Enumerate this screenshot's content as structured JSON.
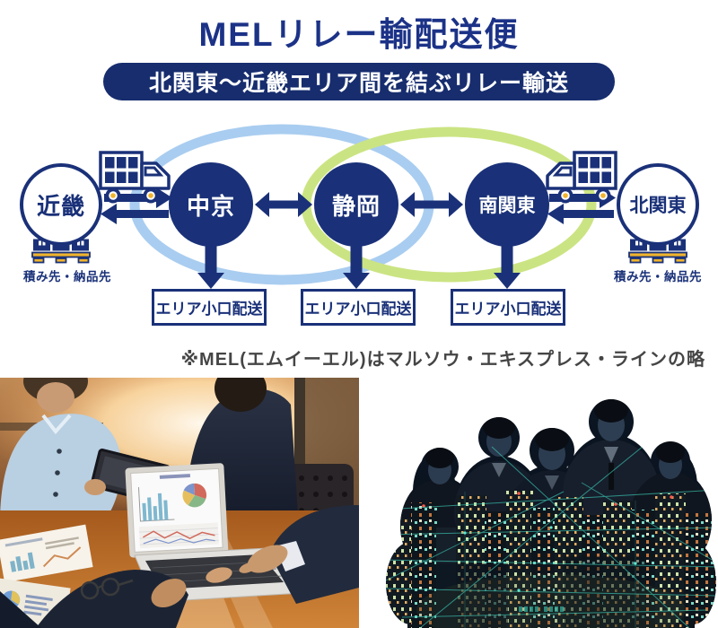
{
  "header": {
    "title": "MELリレー輸配送便",
    "banner": "北関東〜近畿エリア間を結ぶリレー輸送"
  },
  "diagram": {
    "nodes": {
      "kinki": "近畿",
      "chukyo": "中京",
      "shizuoka": "静岡",
      "minami_kanto": "南関東",
      "kita_kanto": "北関東"
    },
    "endpoint_caption": "積み先・納品先",
    "delivery_label": "エリア小口配送",
    "icons": {
      "truck": "truck-icon",
      "pallet_boxes": "pallet-boxes-icon",
      "arrows": "relay-arrow-icons"
    },
    "colors": {
      "navy": "#1a3179",
      "title_navy": "#1b3287",
      "banner_navy": "#172d6e",
      "loop_blue": "#a9cdf0",
      "loop_green": "#cbe483",
      "accent_yellow": "#f0b42d",
      "box_bg": "#ffffff",
      "note_gray": "#454545"
    }
  },
  "note": "※MEL(エムイーエル)はマルソウ・エキスプレス・ラインの略"
}
